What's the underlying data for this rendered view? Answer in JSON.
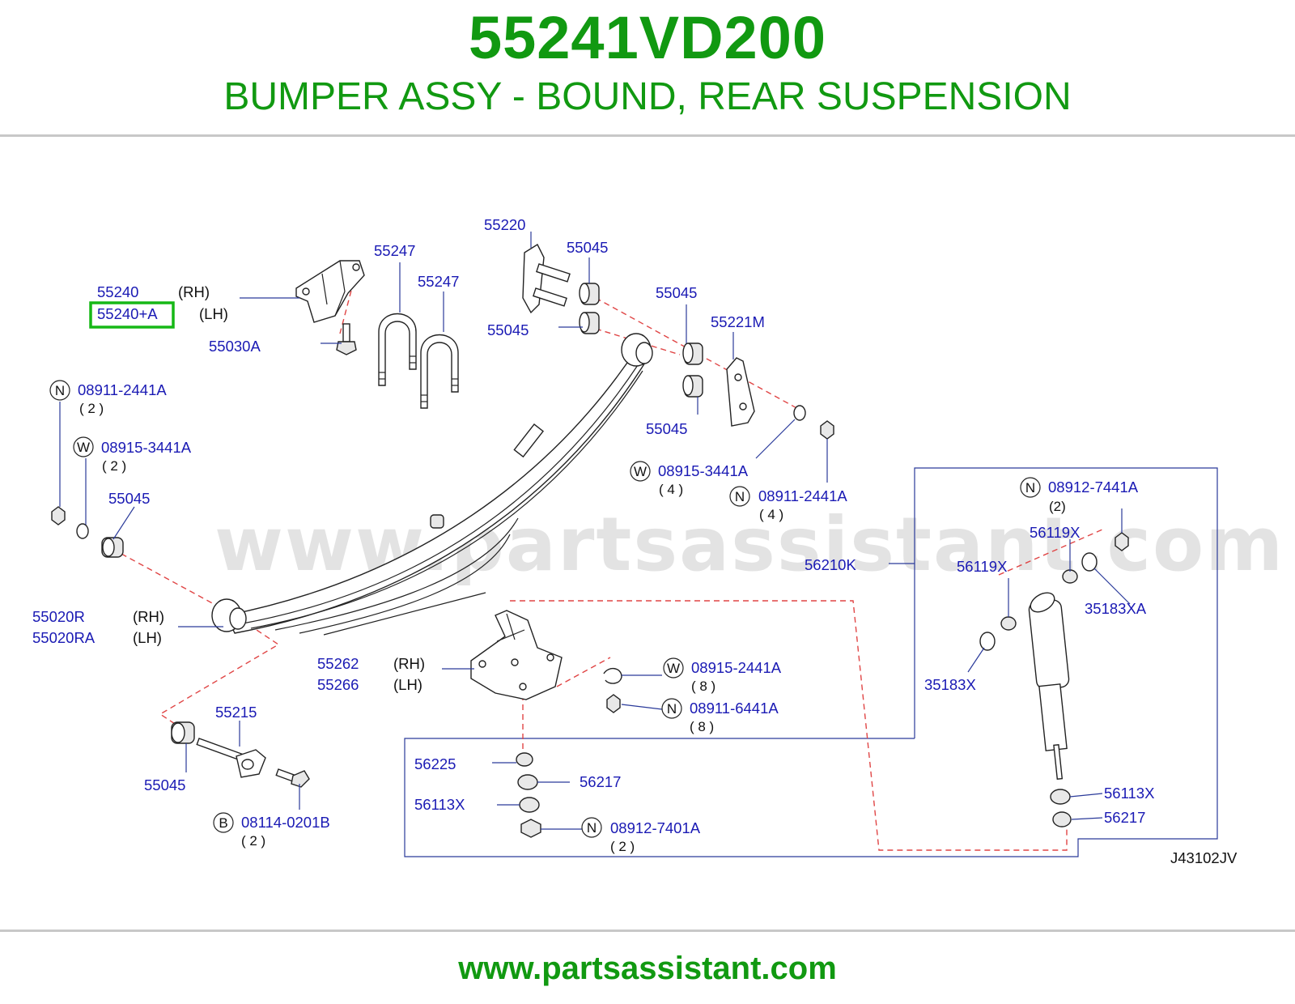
{
  "header": {
    "part_number": "55241VD200",
    "description": "BUMPER ASSY - BOUND, REAR SUSPENSION"
  },
  "footer": {
    "url": "www.partsassistant.com"
  },
  "watermark": "www.partsassistant.com",
  "diagram_code": "J43102JV",
  "highlight_color": "#16b816",
  "labels": {
    "p55220": "55220",
    "p55045_a": "55045",
    "p55247_a": "55247",
    "p55247_b": "55247",
    "p55240": "55240",
    "rh_1": "(RH)",
    "p55240a": "55240+A",
    "lh_1": "(LH)",
    "p55030a": "55030A",
    "p55045_b": "55045",
    "p55045_c": "55045",
    "p55221m": "55221M",
    "p08911_2441a_l": "08911-2441A",
    "q2_a": "( 2 )",
    "p08915_3441a_l": "08915-3441A",
    "q2_b": "( 2 )",
    "p55045_d": "55045",
    "p55045_e": "55045",
    "p08915_3441a_r": "08915-3441A",
    "q4_a": "( 4 )",
    "p08911_2441a_r": "08911-2441A",
    "q4_b": "( 4 )",
    "p08912_7441a": "08912-7441A",
    "q2_c": "(2)",
    "p56119x_a": "56119X",
    "p56210k": "56210K",
    "p56119x_b": "56119X",
    "p35183xa": "35183XA",
    "p55020r": "55020R",
    "rh_2": "(RH)",
    "p55020ra": "55020RA",
    "lh_2": "(LH)",
    "p55262": "55262",
    "rh_3": "(RH)",
    "p55266": "55266",
    "lh_3": "(LH)",
    "p08915_2441a": "08915-2441A",
    "q8_a": "( 8 )",
    "p08911_6441a": "08911-6441A",
    "q8_b": "( 8 )",
    "p35183x": "35183X",
    "p55215": "55215",
    "p55045_f": "55045",
    "p08114_0201b": "08114-0201B",
    "q2_d": "( 2 )",
    "p56225": "56225",
    "p56217_a": "56217",
    "p56113x_a": "56113X",
    "p08912_7401a": "08912-7401A",
    "q2_e": "( 2 )",
    "p56113x_b": "56113X",
    "p56217_b": "56217"
  },
  "markers": {
    "n": "N",
    "w": "W",
    "b": "B"
  }
}
